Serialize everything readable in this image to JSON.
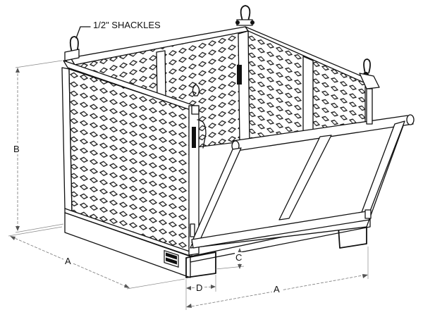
{
  "diagram": {
    "subject": "Crane personnel/material basket with drop-down gate",
    "callouts": {
      "shackles": "1/2\" SHACKLES"
    },
    "dimensions": {
      "A_left": "A",
      "A_bottom": "A",
      "B": "B",
      "C": "C",
      "D": "D"
    },
    "colors": {
      "line": "#111111",
      "dimension_line": "#777777",
      "background": "#ffffff"
    }
  }
}
